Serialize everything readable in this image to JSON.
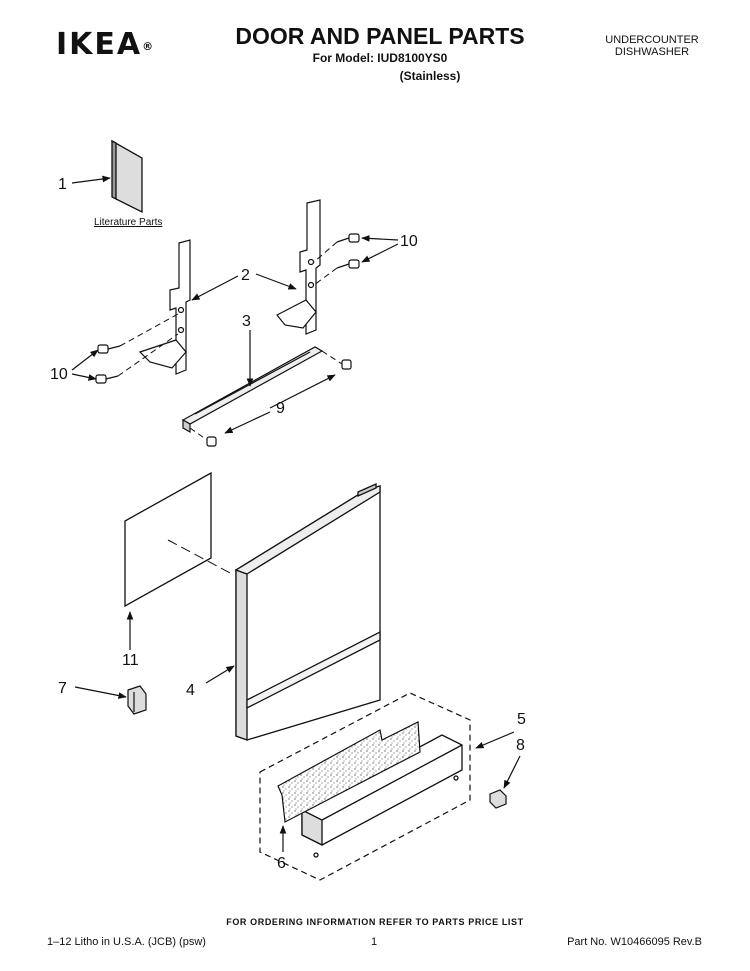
{
  "header": {
    "brand": "IKEA",
    "brand_mark": "®",
    "title": "DOOR AND PANEL PARTS",
    "model_line": "For Model: IUD8100YS0",
    "variant": "(Stainless)",
    "product_line1": "UNDERCOUNTER",
    "product_line2": "DISHWASHER"
  },
  "diagram": {
    "literature_label": "Literature Parts",
    "callouts": [
      {
        "id": "c1",
        "label": "1"
      },
      {
        "id": "c2",
        "label": "2"
      },
      {
        "id": "c3",
        "label": "3"
      },
      {
        "id": "c4",
        "label": "4"
      },
      {
        "id": "c5",
        "label": "5"
      },
      {
        "id": "c6",
        "label": "6"
      },
      {
        "id": "c7",
        "label": "7"
      },
      {
        "id": "c8",
        "label": "8"
      },
      {
        "id": "c9",
        "label": "9"
      },
      {
        "id": "c10a",
        "label": "10"
      },
      {
        "id": "c10b",
        "label": "10"
      },
      {
        "id": "c11",
        "label": "11"
      }
    ]
  },
  "footer": {
    "ordering_note": "FOR ORDERING INFORMATION REFER TO PARTS PRICE LIST",
    "print_info": "1–12 Litho in U.S.A. (JCB) (psw)",
    "page_number": "1",
    "part_number": "Part No. W10466095 Rev.B"
  }
}
